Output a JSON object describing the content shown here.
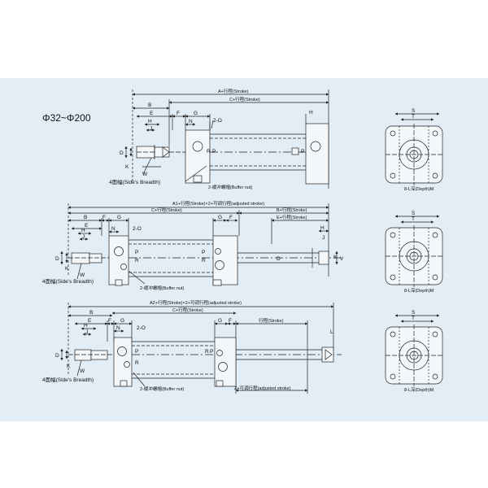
{
  "size_range": "Φ32~Φ200",
  "colors": {
    "background": "#ffffff",
    "panel": "#e3edf6",
    "line": "#222222",
    "body": "#f4f7fa"
  },
  "labels": {
    "dim_A_stroke": "A+行程(Stroke)",
    "dim_C_stroke": "C+行程(Stroke)",
    "dim_A1": "A1+行程(Stroke)×2+可调行程(adjusted stroke)",
    "dim_B_stroke": "B+行程(Stroke)",
    "dim_E_stroke": "E+行程(Stroke)",
    "dim_A2": "A2+行程(Stroke)×2+可调行程(adjusted stroke)",
    "stroke": "行程(Stroke)",
    "z_adjusted": "Z+可调行程(adjusted stroke)",
    "sides_breadth": "4面幅(Side's Breadth)",
    "buffer_nut": "2-缓冲螺帽(Buffer nut)",
    "two_o": "2-O",
    "depth_m": "8-L深(Depth)M",
    "S": "S",
    "T": "T",
    "A": "A",
    "B": "B",
    "C": "C",
    "E": "E",
    "F": "F",
    "G": "G",
    "H": "H",
    "J": "J",
    "K": "K",
    "L": "L",
    "N": "N",
    "P": "P",
    "R": "R",
    "V": "V",
    "W": "W",
    "D": "D",
    "I": "I"
  }
}
